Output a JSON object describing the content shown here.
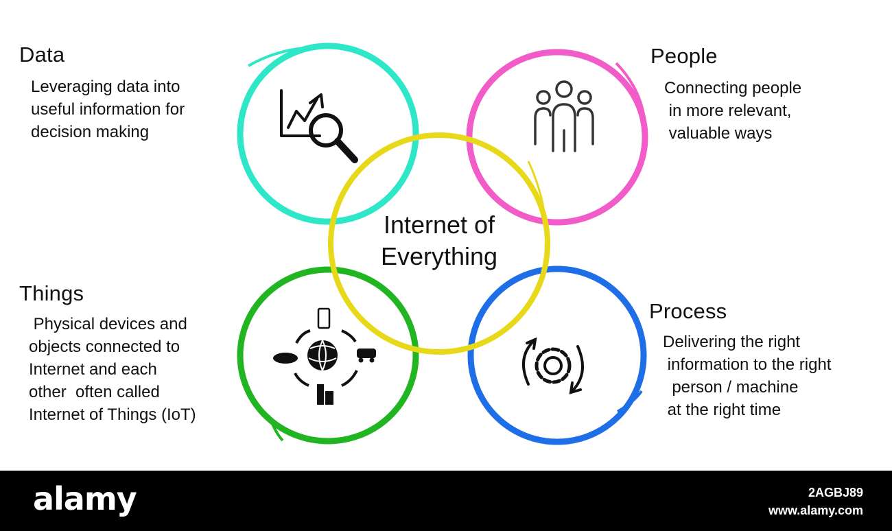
{
  "diagram": {
    "center_title": "Internet of\nEverything",
    "data": {
      "title": "Data",
      "description": "Leveraging data into\nuseful information for\ndecision making",
      "color": "#2ee6c8"
    },
    "people": {
      "title": "People",
      "description": "Connecting people\n in more relevant,\n valuable ways",
      "color": "#f25cc8"
    },
    "things": {
      "title": "Things",
      "description": " Physical devices and\nobjects connected to\nInternet and each\nother  often called\nInternet of Things (IoT)",
      "color": "#22b522"
    },
    "process": {
      "title": "Process",
      "description": "Delivering the right\n information to the right\n  person / machine\n at the right time",
      "color": "#1e6ee8"
    },
    "center_color": "#e8d81a"
  },
  "footer": {
    "brand": "alamy",
    "image_id": "2AGBJ89",
    "url": "www.alamy.com"
  }
}
